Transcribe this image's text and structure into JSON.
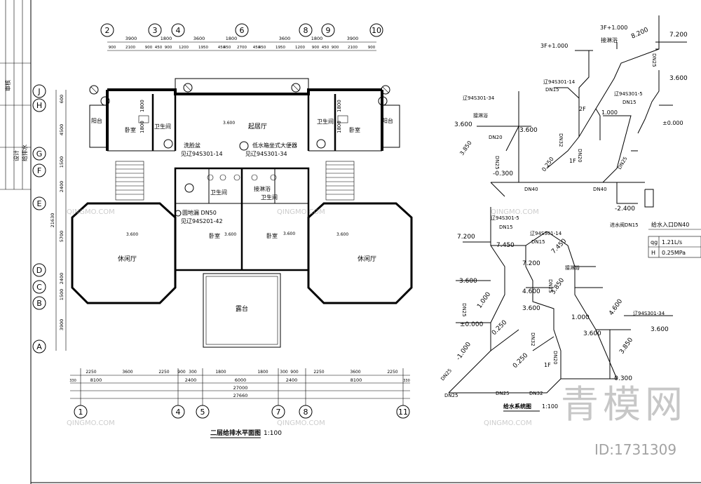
{
  "plan": {
    "title": "二层给排水平面图",
    "scale": "1:100",
    "axis_top": [
      "2",
      "3",
      "4",
      "6",
      "8",
      "9",
      "10"
    ],
    "axis_bottom": [
      "1",
      "4",
      "5",
      "7",
      "8",
      "11"
    ],
    "axis_left": [
      "J",
      "H",
      "G",
      "F",
      "E",
      "D",
      "C",
      "B",
      "A"
    ],
    "dims_top_1": [
      "3900",
      "1800",
      "3600",
      "1800",
      "3600",
      "1800",
      "3900"
    ],
    "dims_top_2": [
      "900",
      "2100",
      "900",
      "450",
      "900",
      "1200",
      "1950",
      "450",
      "450",
      "2700",
      "450",
      "450",
      "1950",
      "1200",
      "900",
      "450",
      "900",
      "2100",
      "900"
    ],
    "dims_left": [
      "600",
      "4500",
      "1500",
      "2400",
      "5700",
      "2400",
      "1500",
      "3900"
    ],
    "dim_left_total": "21630",
    "dims_bottom_1": [
      "2250",
      "3600",
      "2250",
      "900",
      "300",
      "1800",
      "1800",
      "300",
      "900",
      "2250",
      "3600",
      "2250"
    ],
    "dims_bottom_2": [
      "8100",
      "2400",
      "6000",
      "2400",
      "8100"
    ],
    "dim_bottom_total1": "27000",
    "dim_bottom_total2": "27660",
    "dim_bottom_end": "330",
    "rooms": {
      "yangtai_l": "阳台",
      "woshi_l": "卧室",
      "weisheng_l": "卫生间",
      "qijuting": "起居厅",
      "yangtai_r": "阳台",
      "woshi_r": "卧室",
      "weisheng_r": "卫生间",
      "xixian": "洗脸盆",
      "see1": "见辽94S301-14",
      "dizhuang": "低水箱坐式大便器",
      "see2": "见辽94S301-34",
      "weisheng_c1": "卫生间",
      "linyu": "接淋浴",
      "weisheng_c2": "卫生间",
      "floordrain": "圆地漏 DN50",
      "see3": "见辽94S201-42",
      "xiuxian_l": "休闲厅",
      "woshi_c1": "卧室",
      "woshi_c2": "卧室",
      "xiuxian_r": "休闲厅",
      "lutai": "露台"
    },
    "levels": [
      "3.600",
      "3.600",
      "3.600",
      "3.600",
      "3.600"
    ],
    "small_dims": [
      "1800",
      "1800",
      "1800",
      "1800"
    ]
  },
  "system": {
    "title": "给水系统图",
    "scale": "1:100",
    "labels": {
      "f3_1": "3F+1.000",
      "f3_2": "3F+1.000",
      "linyu1": "接淋浴",
      "e8200": "8.200",
      "e7200a": "7.200",
      "ref14a": "辽94S301-14",
      "dn15a": "DN15",
      "ref34a": "辽94S301-34",
      "ref5a": "辽94S301-5",
      "dn15b": "DN15",
      "linyu2": "接淋浴",
      "e3600a": "3.600",
      "e3600b": "3.600",
      "e3600c": "3.600",
      "e1000a": "1.000",
      "e0000a": "±0.000",
      "e3850a": "3.850",
      "dn20a": "DN20",
      "dn25a": "DN25",
      "dn32a": "DN32",
      "f2": "2F",
      "f1a": "1F",
      "dn20b": "DN20",
      "e0250a": "0.250",
      "dn25b": "DN25",
      "dn25c": "DN25",
      "em0300a": "-0.300",
      "dn40a": "DN40",
      "dn40b": "DN40",
      "em2400": "-2.400",
      "jinshui": "进水阀DN15",
      "rukou": "给水入口DN40",
      "qg_sym": "qg",
      "qg_val": "1.21L/s",
      "h_sym": "H",
      "h_val": "0.25MPa",
      "ref5b": "辽94S301-5",
      "dn15c": "DN15",
      "ref14b": "辽94S301-14",
      "dn15d": "DN15",
      "e7200b": "7.200",
      "e7450a": "7.450",
      "e7450b": "7.450",
      "linyu3": "接淋浴",
      "e7200c": "7.200",
      "dn25d": "DN25",
      "e3850b": "3.850",
      "e4600a": "4.600",
      "e3600d": "3.600",
      "dn25e": "DN25",
      "e3600e": "3.600",
      "e1000b": "1.000",
      "e1000c": "1.000",
      "e0000b": "±0.000",
      "e0250b": "0.250",
      "dn32b": "DN32",
      "e4600b": "4.600",
      "ref34b": "辽94S301-34",
      "e3600f": "3.600",
      "e3600g": "3.600",
      "e3850c": "3.850",
      "dn20c": "DN20",
      "e0250c": "0.250",
      "f1b": "1F",
      "em1000": "-1.000",
      "dn25f": "DN25",
      "dn25g": "DN25",
      "dn32c": "DN32",
      "em0300b": "-0.300",
      "dn25h": "DN25"
    }
  },
  "side_labels": [
    "审核",
    "设计",
    "给排水"
  ],
  "watermark": {
    "brand": "青模网",
    "domain": "QINGMO.COM",
    "id": "ID:1731309"
  }
}
